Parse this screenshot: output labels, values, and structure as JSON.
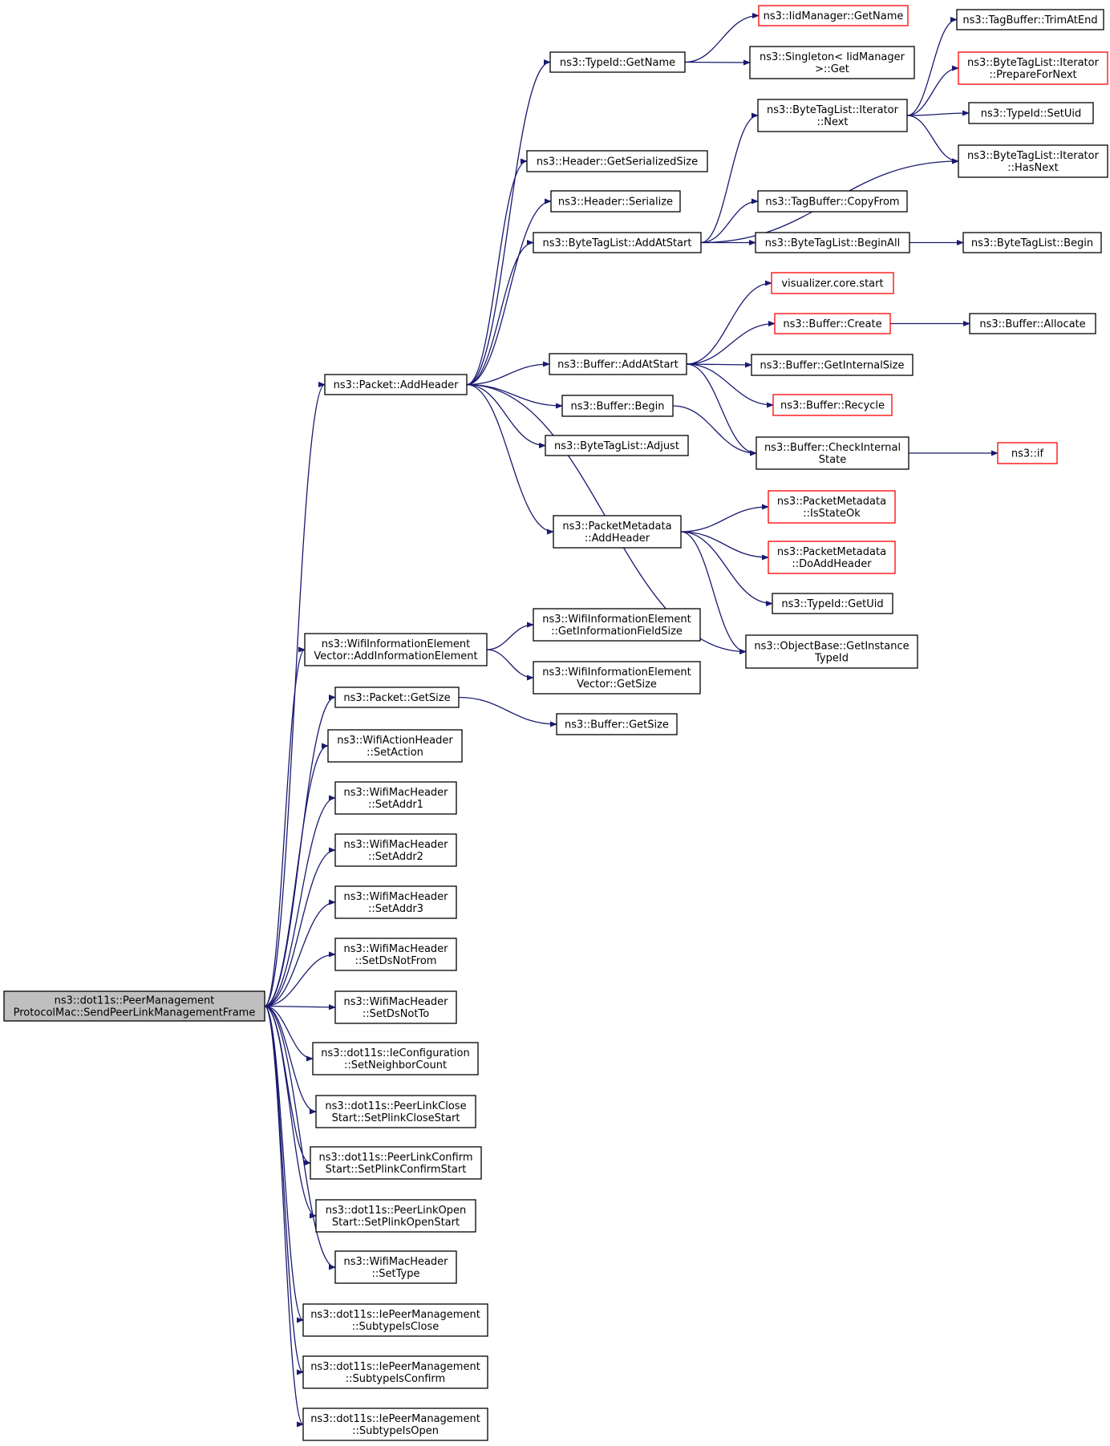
{
  "colors": {
    "edge": "#191970",
    "node_border": "#000000",
    "node_border_truncated": "#ff0000",
    "node_fill": "#ffffff",
    "root_fill": "#bfbfbf",
    "text": "#000000"
  },
  "nodes": [
    {
      "id": "root",
      "lines": [
        "ns3::dot11s::PeerManagement",
        "ProtocolMac::SendPeerLinkManagementFrame"
      ],
      "kind": "root"
    },
    {
      "id": "addheader",
      "lines": [
        "ns3::Packet::AddHeader"
      ],
      "kind": "normal"
    },
    {
      "id": "typeid_getname",
      "lines": [
        "ns3::TypeId::GetName"
      ],
      "kind": "normal"
    },
    {
      "id": "iidmanager_getname",
      "lines": [
        "ns3::IidManager::GetName"
      ],
      "kind": "truncated"
    },
    {
      "id": "singleton_get",
      "lines": [
        "ns3::Singleton< IidManager",
        ">::Get"
      ],
      "kind": "normal"
    },
    {
      "id": "header_getserializedsize",
      "lines": [
        "ns3::Header::GetSerializedSize"
      ],
      "kind": "normal"
    },
    {
      "id": "header_serialize",
      "lines": [
        "ns3::Header::Serialize"
      ],
      "kind": "normal"
    },
    {
      "id": "btl_addatstart",
      "lines": [
        "ns3::ByteTagList::AddAtStart"
      ],
      "kind": "normal"
    },
    {
      "id": "btl_iterator_next",
      "lines": [
        "ns3::ByteTagList::Iterator",
        "::Next"
      ],
      "kind": "normal"
    },
    {
      "id": "tagbuffer_trimatend",
      "lines": [
        "ns3::TagBuffer::TrimAtEnd"
      ],
      "kind": "normal"
    },
    {
      "id": "btl_iterator_prepare",
      "lines": [
        "ns3::ByteTagList::Iterator",
        "::PrepareForNext"
      ],
      "kind": "truncated"
    },
    {
      "id": "typeid_setuid",
      "lines": [
        "ns3::TypeId::SetUid"
      ],
      "kind": "normal"
    },
    {
      "id": "btl_iterator_hasnext",
      "lines": [
        "ns3::ByteTagList::Iterator",
        "::HasNext"
      ],
      "kind": "normal"
    },
    {
      "id": "tagbuffer_copyfrom",
      "lines": [
        "ns3::TagBuffer::CopyFrom"
      ],
      "kind": "normal"
    },
    {
      "id": "btl_beginall",
      "lines": [
        "ns3::ByteTagList::BeginAll"
      ],
      "kind": "normal"
    },
    {
      "id": "btl_begin",
      "lines": [
        "ns3::ByteTagList::Begin"
      ],
      "kind": "normal"
    },
    {
      "id": "visualizer_start",
      "lines": [
        "visualizer.core.start"
      ],
      "kind": "truncated"
    },
    {
      "id": "buffer_create",
      "lines": [
        "ns3::Buffer::Create"
      ],
      "kind": "truncated"
    },
    {
      "id": "buffer_allocate",
      "lines": [
        "ns3::Buffer::Allocate"
      ],
      "kind": "normal"
    },
    {
      "id": "buffer_addatstart",
      "lines": [
        "ns3::Buffer::AddAtStart"
      ],
      "kind": "normal"
    },
    {
      "id": "buffer_getinternalsize",
      "lines": [
        "ns3::Buffer::GetInternalSize"
      ],
      "kind": "normal"
    },
    {
      "id": "buffer_recycle",
      "lines": [
        "ns3::Buffer::Recycle"
      ],
      "kind": "truncated"
    },
    {
      "id": "buffer_begin",
      "lines": [
        "ns3::Buffer::Begin"
      ],
      "kind": "normal"
    },
    {
      "id": "btl_adjust",
      "lines": [
        "ns3::ByteTagList::Adjust"
      ],
      "kind": "normal"
    },
    {
      "id": "buffer_checkinternalstate",
      "lines": [
        "ns3::Buffer::CheckInternal",
        "State"
      ],
      "kind": "normal"
    },
    {
      "id": "ns3_if",
      "lines": [
        "ns3::if"
      ],
      "kind": "truncated"
    },
    {
      "id": "pm_addheader",
      "lines": [
        "ns3::PacketMetadata",
        "::AddHeader"
      ],
      "kind": "normal"
    },
    {
      "id": "pm_isstateok",
      "lines": [
        "ns3::PacketMetadata",
        "::IsStateOk"
      ],
      "kind": "truncated"
    },
    {
      "id": "pm_doaddheader",
      "lines": [
        "ns3::PacketMetadata",
        "::DoAddHeader"
      ],
      "kind": "truncated"
    },
    {
      "id": "typeid_getuid",
      "lines": [
        "ns3::TypeId::GetUid"
      ],
      "kind": "normal"
    },
    {
      "id": "objectbase_getinstancetypeid",
      "lines": [
        "ns3::ObjectBase::GetInstance",
        "TypeId"
      ],
      "kind": "normal"
    },
    {
      "id": "wiev_addinfoelement",
      "lines": [
        "ns3::WifiInformationElement",
        "Vector::AddInformationElement"
      ],
      "kind": "normal"
    },
    {
      "id": "wie_getinfofieldsize",
      "lines": [
        "ns3::WifiInformationElement",
        "::GetInformationFieldSize"
      ],
      "kind": "normal"
    },
    {
      "id": "wiev_getsize",
      "lines": [
        "ns3::WifiInformationElement",
        "Vector::GetSize"
      ],
      "kind": "normal"
    },
    {
      "id": "packet_getsize",
      "lines": [
        "ns3::Packet::GetSize"
      ],
      "kind": "normal"
    },
    {
      "id": "buffer_getsize",
      "lines": [
        "ns3::Buffer::GetSize"
      ],
      "kind": "normal"
    },
    {
      "id": "wah_setaction",
      "lines": [
        "ns3::WifiActionHeader",
        "::SetAction"
      ],
      "kind": "normal"
    },
    {
      "id": "wmh_setaddr1",
      "lines": [
        "ns3::WifiMacHeader",
        "::SetAddr1"
      ],
      "kind": "normal"
    },
    {
      "id": "wmh_setaddr2",
      "lines": [
        "ns3::WifiMacHeader",
        "::SetAddr2"
      ],
      "kind": "normal"
    },
    {
      "id": "wmh_setaddr3",
      "lines": [
        "ns3::WifiMacHeader",
        "::SetAddr3"
      ],
      "kind": "normal"
    },
    {
      "id": "wmh_setdsnotfrom",
      "lines": [
        "ns3::WifiMacHeader",
        "::SetDsNotFrom"
      ],
      "kind": "normal"
    },
    {
      "id": "wmh_setdsnotto",
      "lines": [
        "ns3::WifiMacHeader",
        "::SetDsNotTo"
      ],
      "kind": "normal"
    },
    {
      "id": "iecfg_setneighborcount",
      "lines": [
        "ns3::dot11s::IeConfiguration",
        "::SetNeighborCount"
      ],
      "kind": "normal"
    },
    {
      "id": "plclose_start",
      "lines": [
        "ns3::dot11s::PeerLinkClose",
        "Start::SetPlinkCloseStart"
      ],
      "kind": "normal"
    },
    {
      "id": "plconfirm_start",
      "lines": [
        "ns3::dot11s::PeerLinkConfirm",
        "Start::SetPlinkConfirmStart"
      ],
      "kind": "normal"
    },
    {
      "id": "plopen_start",
      "lines": [
        "ns3::dot11s::PeerLinkOpen",
        "Start::SetPlinkOpenStart"
      ],
      "kind": "normal"
    },
    {
      "id": "wmh_settype",
      "lines": [
        "ns3::WifiMacHeader",
        "::SetType"
      ],
      "kind": "normal"
    },
    {
      "id": "iepm_subtypeisclose",
      "lines": [
        "ns3::dot11s::IePeerManagement",
        "::SubtypeIsClose"
      ],
      "kind": "normal"
    },
    {
      "id": "iepm_subtypeisconfirm",
      "lines": [
        "ns3::dot11s::IePeerManagement",
        "::SubtypeIsConfirm"
      ],
      "kind": "normal"
    },
    {
      "id": "iepm_subtypeisopen",
      "lines": [
        "ns3::dot11s::IePeerManagement",
        "::SubtypeIsOpen"
      ],
      "kind": "normal"
    }
  ],
  "edges": [
    [
      "root",
      "addheader"
    ],
    [
      "root",
      "wiev_addinfoelement"
    ],
    [
      "root",
      "packet_getsize"
    ],
    [
      "root",
      "wah_setaction"
    ],
    [
      "root",
      "wmh_setaddr1"
    ],
    [
      "root",
      "wmh_setaddr2"
    ],
    [
      "root",
      "wmh_setaddr3"
    ],
    [
      "root",
      "wmh_setdsnotfrom"
    ],
    [
      "root",
      "wmh_setdsnotto"
    ],
    [
      "root",
      "iecfg_setneighborcount"
    ],
    [
      "root",
      "plclose_start"
    ],
    [
      "root",
      "plconfirm_start"
    ],
    [
      "root",
      "plopen_start"
    ],
    [
      "root",
      "wmh_settype"
    ],
    [
      "root",
      "iepm_subtypeisclose"
    ],
    [
      "root",
      "iepm_subtypeisconfirm"
    ],
    [
      "root",
      "iepm_subtypeisopen"
    ],
    [
      "addheader",
      "typeid_getname"
    ],
    [
      "addheader",
      "header_getserializedsize"
    ],
    [
      "addheader",
      "header_serialize"
    ],
    [
      "addheader",
      "btl_addatstart"
    ],
    [
      "addheader",
      "buffer_addatstart"
    ],
    [
      "addheader",
      "buffer_begin"
    ],
    [
      "addheader",
      "btl_adjust"
    ],
    [
      "addheader",
      "pm_addheader"
    ],
    [
      "addheader",
      "objectbase_getinstancetypeid"
    ],
    [
      "typeid_getname",
      "iidmanager_getname"
    ],
    [
      "typeid_getname",
      "singleton_get"
    ],
    [
      "btl_addatstart",
      "btl_iterator_next"
    ],
    [
      "btl_addatstart",
      "btl_iterator_hasnext"
    ],
    [
      "btl_addatstart",
      "tagbuffer_copyfrom"
    ],
    [
      "btl_addatstart",
      "btl_beginall"
    ],
    [
      "btl_iterator_next",
      "tagbuffer_trimatend"
    ],
    [
      "btl_iterator_next",
      "btl_iterator_prepare"
    ],
    [
      "btl_iterator_next",
      "typeid_setuid"
    ],
    [
      "btl_iterator_next",
      "btl_iterator_hasnext"
    ],
    [
      "btl_beginall",
      "btl_begin"
    ],
    [
      "buffer_addatstart",
      "visualizer_start"
    ],
    [
      "buffer_addatstart",
      "buffer_create"
    ],
    [
      "buffer_addatstart",
      "buffer_getinternalsize"
    ],
    [
      "buffer_addatstart",
      "buffer_recycle"
    ],
    [
      "buffer_addatstart",
      "buffer_checkinternalstate"
    ],
    [
      "buffer_create",
      "buffer_allocate"
    ],
    [
      "buffer_begin",
      "buffer_checkinternalstate"
    ],
    [
      "buffer_checkinternalstate",
      "ns3_if"
    ],
    [
      "pm_addheader",
      "pm_isstateok"
    ],
    [
      "pm_addheader",
      "pm_doaddheader"
    ],
    [
      "pm_addheader",
      "typeid_getuid"
    ],
    [
      "pm_addheader",
      "objectbase_getinstancetypeid"
    ],
    [
      "wiev_addinfoelement",
      "wie_getinfofieldsize"
    ],
    [
      "wiev_addinfoelement",
      "wiev_getsize"
    ],
    [
      "packet_getsize",
      "buffer_getsize"
    ]
  ]
}
